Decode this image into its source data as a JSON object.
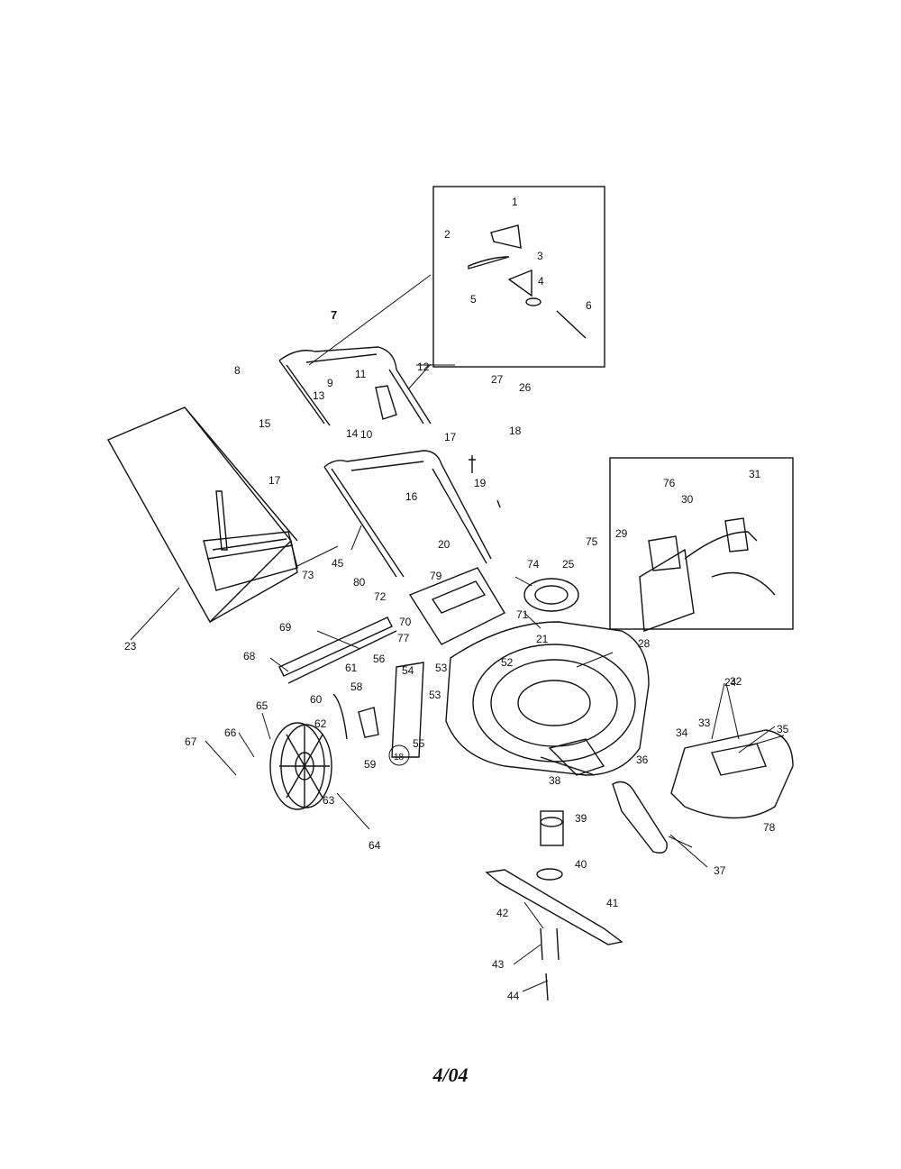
{
  "footer": {
    "date_code": "4/04"
  },
  "callouts": [
    "1",
    "2",
    "3",
    "4",
    "5",
    "6",
    "7",
    "8",
    "9",
    "10",
    "11",
    "12",
    "13",
    "14",
    "15",
    "16",
    "17",
    "17",
    "18",
    "18",
    "19",
    "20",
    "21",
    "23",
    "24",
    "25",
    "26",
    "27",
    "28",
    "29",
    "30",
    "31",
    "32",
    "33",
    "34",
    "35",
    "36",
    "37",
    "38",
    "39",
    "40",
    "41",
    "42",
    "43",
    "44",
    "45",
    "52",
    "53",
    "53",
    "54",
    "55",
    "56",
    "58",
    "59",
    "60",
    "61",
    "62",
    "63",
    "64",
    "65",
    "66",
    "67",
    "68",
    "69",
    "70",
    "71",
    "72",
    "73",
    "74",
    "75",
    "76",
    "77",
    "78",
    "79",
    "80"
  ]
}
